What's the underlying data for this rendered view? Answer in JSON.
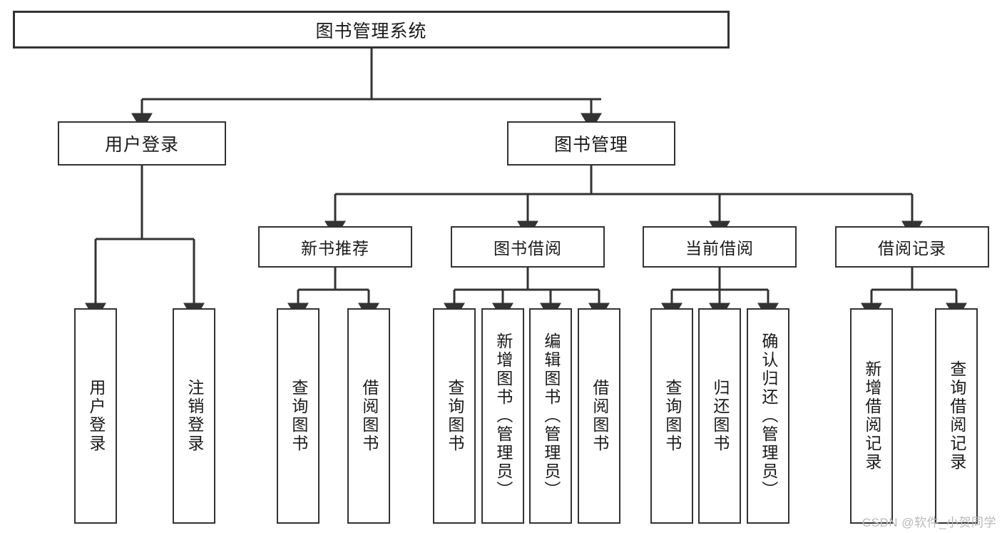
{
  "diagram": {
    "title": "图书管理系统",
    "watermark": "CSDN @软件_小贺同学",
    "level2": [
      {
        "label": "用户登录"
      },
      {
        "label": "图书管理"
      }
    ],
    "level3": [
      {
        "label": "新书推荐"
      },
      {
        "label": "图书借阅"
      },
      {
        "label": "当前借阅"
      },
      {
        "label": "借阅记录"
      }
    ],
    "leaves": {
      "login": [
        {
          "label": "用户登录"
        },
        {
          "label": "注销登录"
        }
      ],
      "recommend": [
        {
          "label": "查询图书"
        },
        {
          "label": "借阅图书"
        }
      ],
      "borrow": [
        {
          "label": "查询图书"
        },
        {
          "label": "新增图书（管理员）"
        },
        {
          "label": "编辑图书（管理员）"
        },
        {
          "label": "借阅图书"
        }
      ],
      "current": [
        {
          "label": "查询图书"
        },
        {
          "label": "归还图书"
        },
        {
          "label": "确认归还（管理员）"
        }
      ],
      "records": [
        {
          "label": "新增借阅记录"
        },
        {
          "label": "查询借阅记录"
        }
      ]
    }
  }
}
